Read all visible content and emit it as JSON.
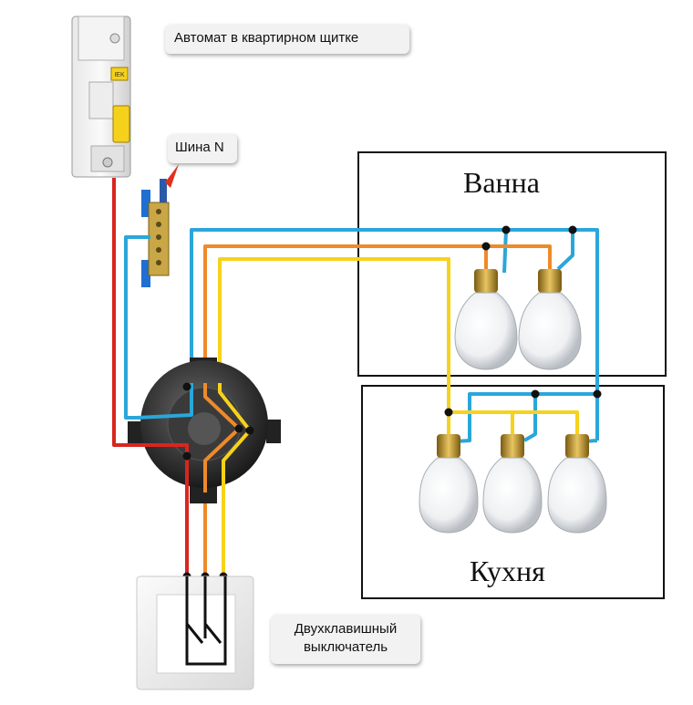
{
  "labels": {
    "breaker": "Автомат в квартирном щитке",
    "neutral_bus": "Шина N",
    "switch": "Двухклавишный выключатель",
    "bathroom": "Ванна",
    "kitchen": "Кухня"
  },
  "breaker_brand": "IEK",
  "wire_colors": {
    "phase": "#d7261f",
    "neutral": "#2aa7d9",
    "line1": "#ee8a2a",
    "line2": "#f7d21a"
  },
  "icons": [
    "circuit-breaker-icon",
    "neutral-bus-icon",
    "junction-box-icon",
    "double-switch-icon",
    "light-bulb-icon"
  ]
}
